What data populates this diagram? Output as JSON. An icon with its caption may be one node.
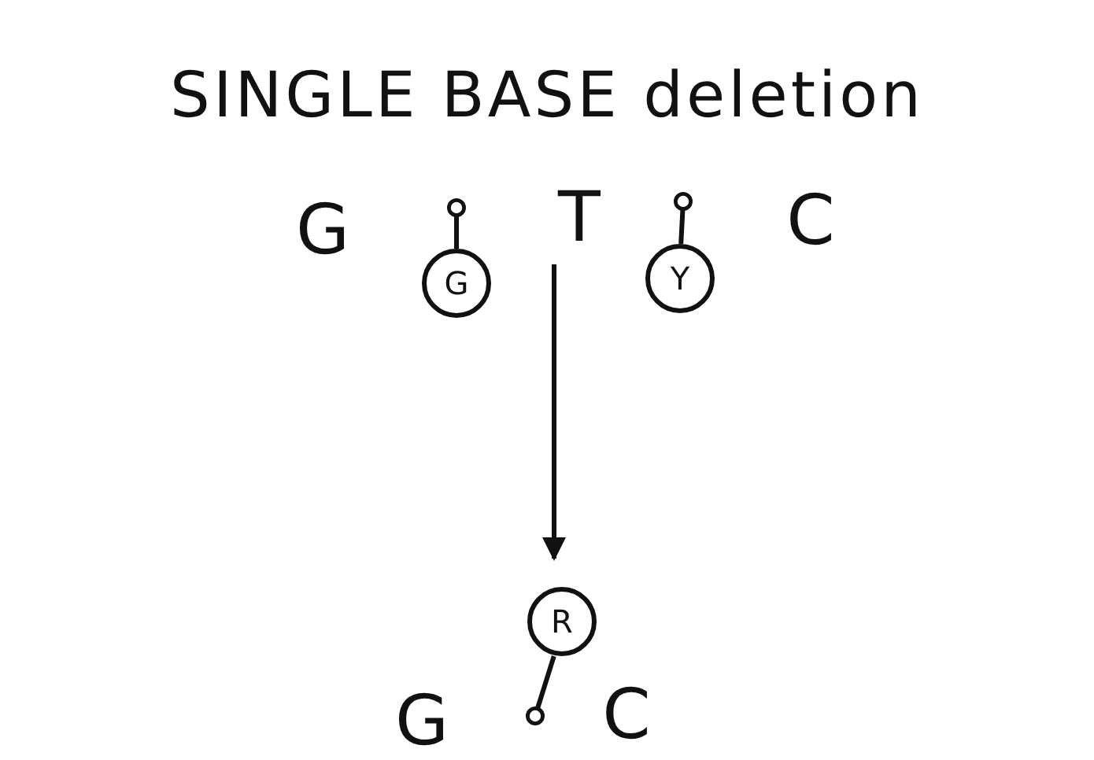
{
  "diagram": {
    "title": "SINGLE BASE deletion",
    "nodes": [
      {
        "text": [
          "G"
        ]
      },
      {
        "text": [
          "T"
        ]
      },
      {
        "text": [
          "C"
        ]
      },
      {
        "text": [
          "G"
        ]
      },
      {
        "text": [
          "Y"
        ]
      },
      {
        "text": [
          "R"
        ]
      },
      {
        "text": [
          "G"
        ]
      },
      {
        "text": [
          "C"
        ]
      }
    ],
    "edges": [
      {
        "from": 3,
        "to": null,
        "arrow": "other"
      },
      {
        "from": 4,
        "to": null,
        "arrow": "other"
      },
      {
        "from": 1,
        "to": 5,
        "arrow": "to"
      },
      {
        "from": 5,
        "to": null,
        "arrow": "other"
      }
    ]
  }
}
